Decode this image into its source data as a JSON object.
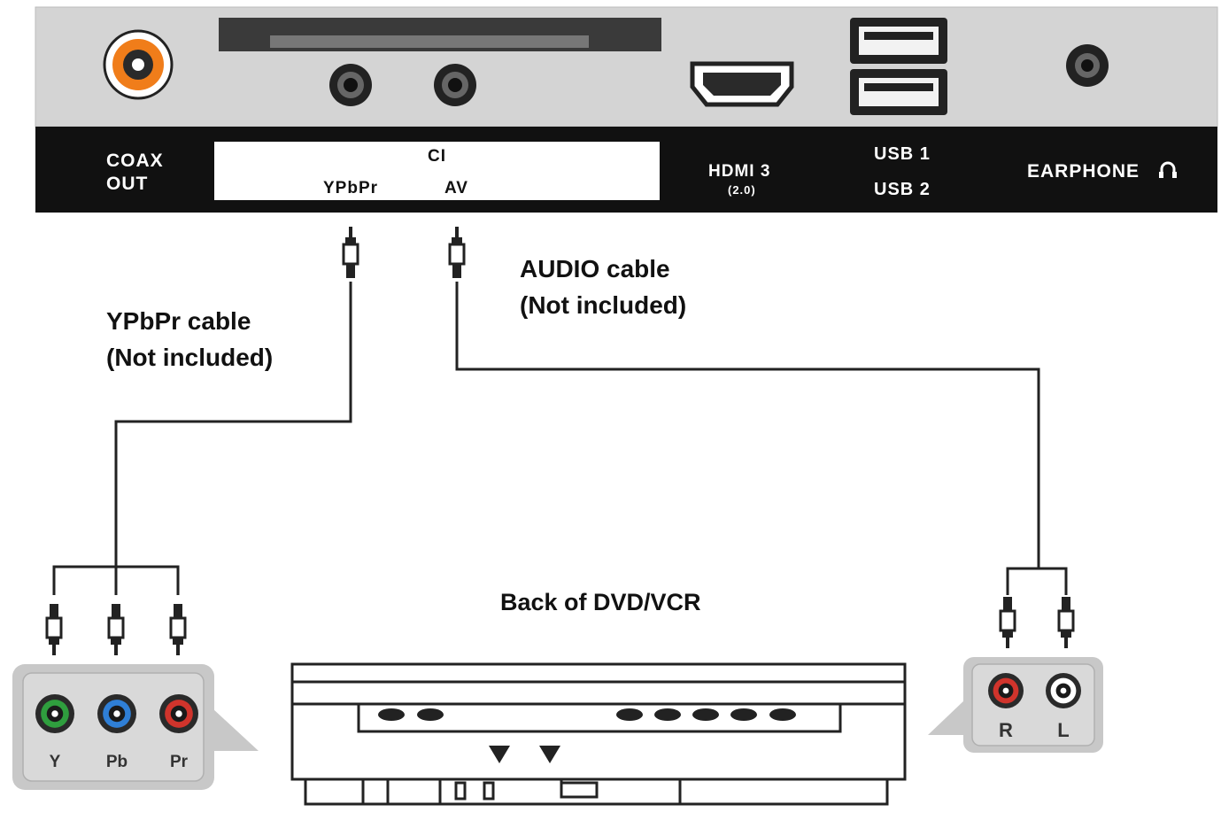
{
  "panel": {
    "coax_line1": "COAX",
    "coax_line2": "OUT",
    "ci": "CI",
    "ypbpr": "YPbPr",
    "av": "AV",
    "hdmi": "HDMI 3",
    "hdmi_version": "(2.0)",
    "usb1": "USB 1",
    "usb2": "USB 2",
    "earphone": "EARPHONE"
  },
  "cables": {
    "ypbpr_line1": "YPbPr cable",
    "ypbpr_line2": "(Not included)",
    "audio_line1": "AUDIO cable",
    "audio_line2": "(Not included)"
  },
  "device": {
    "label": "Back of DVD/VCR"
  },
  "component_jacks": [
    {
      "label": "Y",
      "color": "#2f9e3e"
    },
    {
      "label": "Pb",
      "color": "#2f7fd6"
    },
    {
      "label": "Pr",
      "color": "#d0342c"
    }
  ],
  "audio_jacks": [
    {
      "label": "R",
      "color": "#d0342c"
    },
    {
      "label": "L",
      "color": "#ffffff"
    }
  ],
  "colors": {
    "panel_dark": "#111111",
    "panel_gray": "#d4d4d4",
    "coax_orange": "#f07d1a",
    "jack_box": "#d9d9d9"
  }
}
